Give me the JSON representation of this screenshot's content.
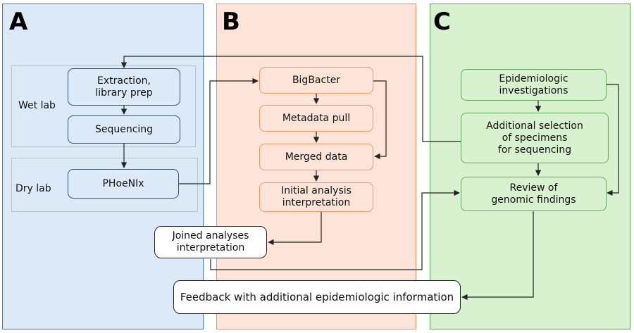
{
  "panels": {
    "a": {
      "label": "A",
      "fill": "#dce9f6",
      "stroke": "#4a78a8"
    },
    "b": {
      "label": "B",
      "fill": "#fde3d8",
      "stroke": "#e6915c"
    },
    "c": {
      "label": "C",
      "fill": "#d8f1cf",
      "stroke": "#5aa55a"
    }
  },
  "groups": {
    "wet_lab": "Wet lab",
    "dry_lab": "Dry lab"
  },
  "nodes": {
    "extraction": "Extraction,\nlibrary prep",
    "sequencing": "Sequencing",
    "phoenix": "PHoeNIx",
    "bigbacter": "BigBacter",
    "metadata_pull": "Metadata pull",
    "merged_data": "Merged data",
    "initial_analysis": "Initial analysis\ninterpretation",
    "joined_analyses": "Joined analyses\ninterpretation",
    "epi_investigations": "Epidemiologic\ninvestigations",
    "additional_selection": "Additional selection\nof specimens\nfor sequencing",
    "review_findings": "Review of\ngenomic findings",
    "feedback": "Feedback with additional epidemiologic information"
  }
}
